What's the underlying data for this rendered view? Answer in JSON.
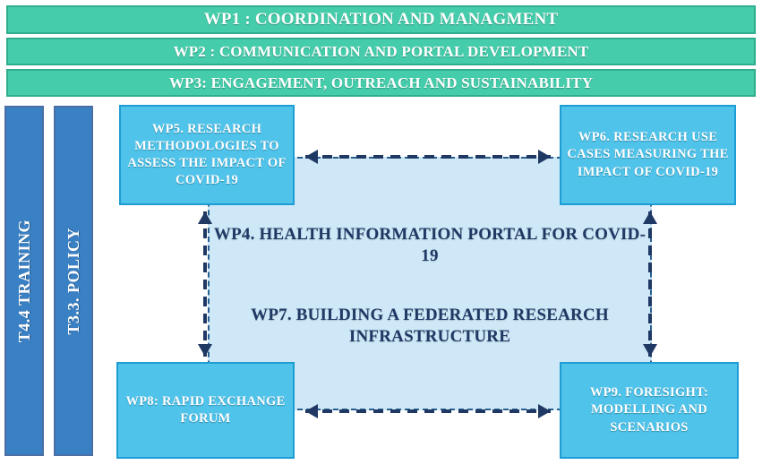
{
  "diagram": {
    "title": "Work Package Structure Diagram",
    "colors": {
      "green_bar": "#45cdab",
      "green_bar_border": "#2fae8d",
      "vertical_bar": "#3a80c4",
      "vertical_bar_border": "#4a6fa5",
      "wp_box": "#4fc3ea",
      "wp_box_border": "#1d9dd4",
      "center_panel": "#cfe8f7",
      "center_panel_border": "#27608f",
      "center_text": "#1f3864",
      "arrow": "#1f3864"
    },
    "top_bars": [
      {
        "id": "wp1",
        "label": "WP1 : COORDINATION AND MANAGMENT"
      },
      {
        "id": "wp2",
        "label": "WP2 : COMMUNICATION AND PORTAL DEVELOPMENT"
      },
      {
        "id": "wp3",
        "label": "WP3: ENGAGEMENT, OUTREACH AND SUSTAINABILITY"
      }
    ],
    "vertical_bars": [
      {
        "id": "t44",
        "label": "T4.4 TRAINING"
      },
      {
        "id": "t33",
        "label": "T3.3. POLICY"
      }
    ],
    "corner_boxes": [
      {
        "id": "wp5",
        "label": "WP5.  RESEARCH METHODOLOGIES TO ASSESS THE IMPACT OF COVID-19"
      },
      {
        "id": "wp6",
        "label": "WP6.  RESEARCH USE CASES MEASURING THE IMPACT OF COVID-19"
      },
      {
        "id": "wp8",
        "label": "WP8: RAPID EXCHANGE  FORUM"
      },
      {
        "id": "wp9",
        "label": "WP9.  FORESIGHT: MODELLING AND SCENARIOS"
      }
    ],
    "center": {
      "wp4_label": "WP4. HEALTH INFORMATION PORTAL FOR COVID-19",
      "wp7_label": "WP7. BUILDING A FEDERATED RESEARCH INFRASTRUCTURE"
    },
    "connectors": [
      {
        "id": "top",
        "from": "wp5",
        "to": "wp6",
        "style": "dashed",
        "heads": "both",
        "orientation": "horizontal"
      },
      {
        "id": "bottom",
        "from": "wp8",
        "to": "wp9",
        "style": "dashed",
        "heads": "both",
        "orientation": "horizontal"
      },
      {
        "id": "left",
        "from": "wp5",
        "to": "wp8",
        "style": "dashed",
        "heads": "both",
        "orientation": "vertical"
      },
      {
        "id": "right",
        "from": "wp6",
        "to": "wp9",
        "style": "dashed",
        "heads": "both",
        "orientation": "vertical"
      }
    ]
  }
}
